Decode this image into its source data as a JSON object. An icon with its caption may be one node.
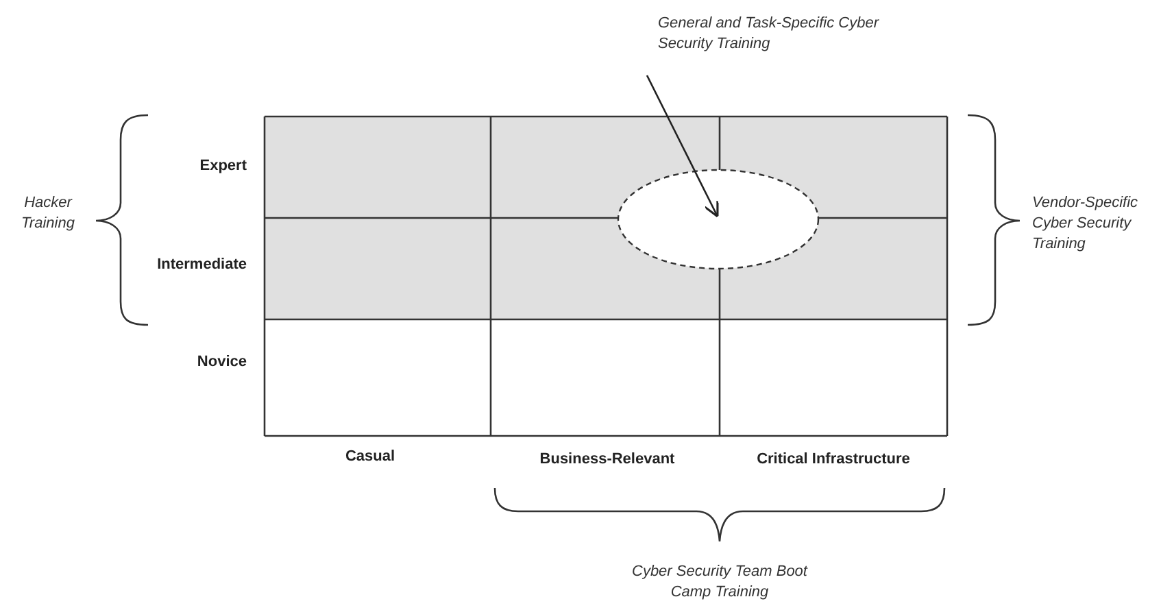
{
  "diagram": {
    "nodes": [
      {
        "text": [
          "General and Task-Specific Cyber Security Training"
        ]
      },
      {
        "text": [],
        "shape": "ellipse"
      }
    ],
    "edges": [
      {
        "from": 0,
        "to": 1,
        "arrow": "to"
      }
    ],
    "labels": [
      "Hacker Training",
      "Expert",
      "Vendor-Specific Cyber Security Training",
      "Intermediate",
      "Novice",
      "Casual",
      "Business-Relevant",
      "Critical Infrastructure",
      "Cyber Security Team Boot Camp Training"
    ]
  }
}
